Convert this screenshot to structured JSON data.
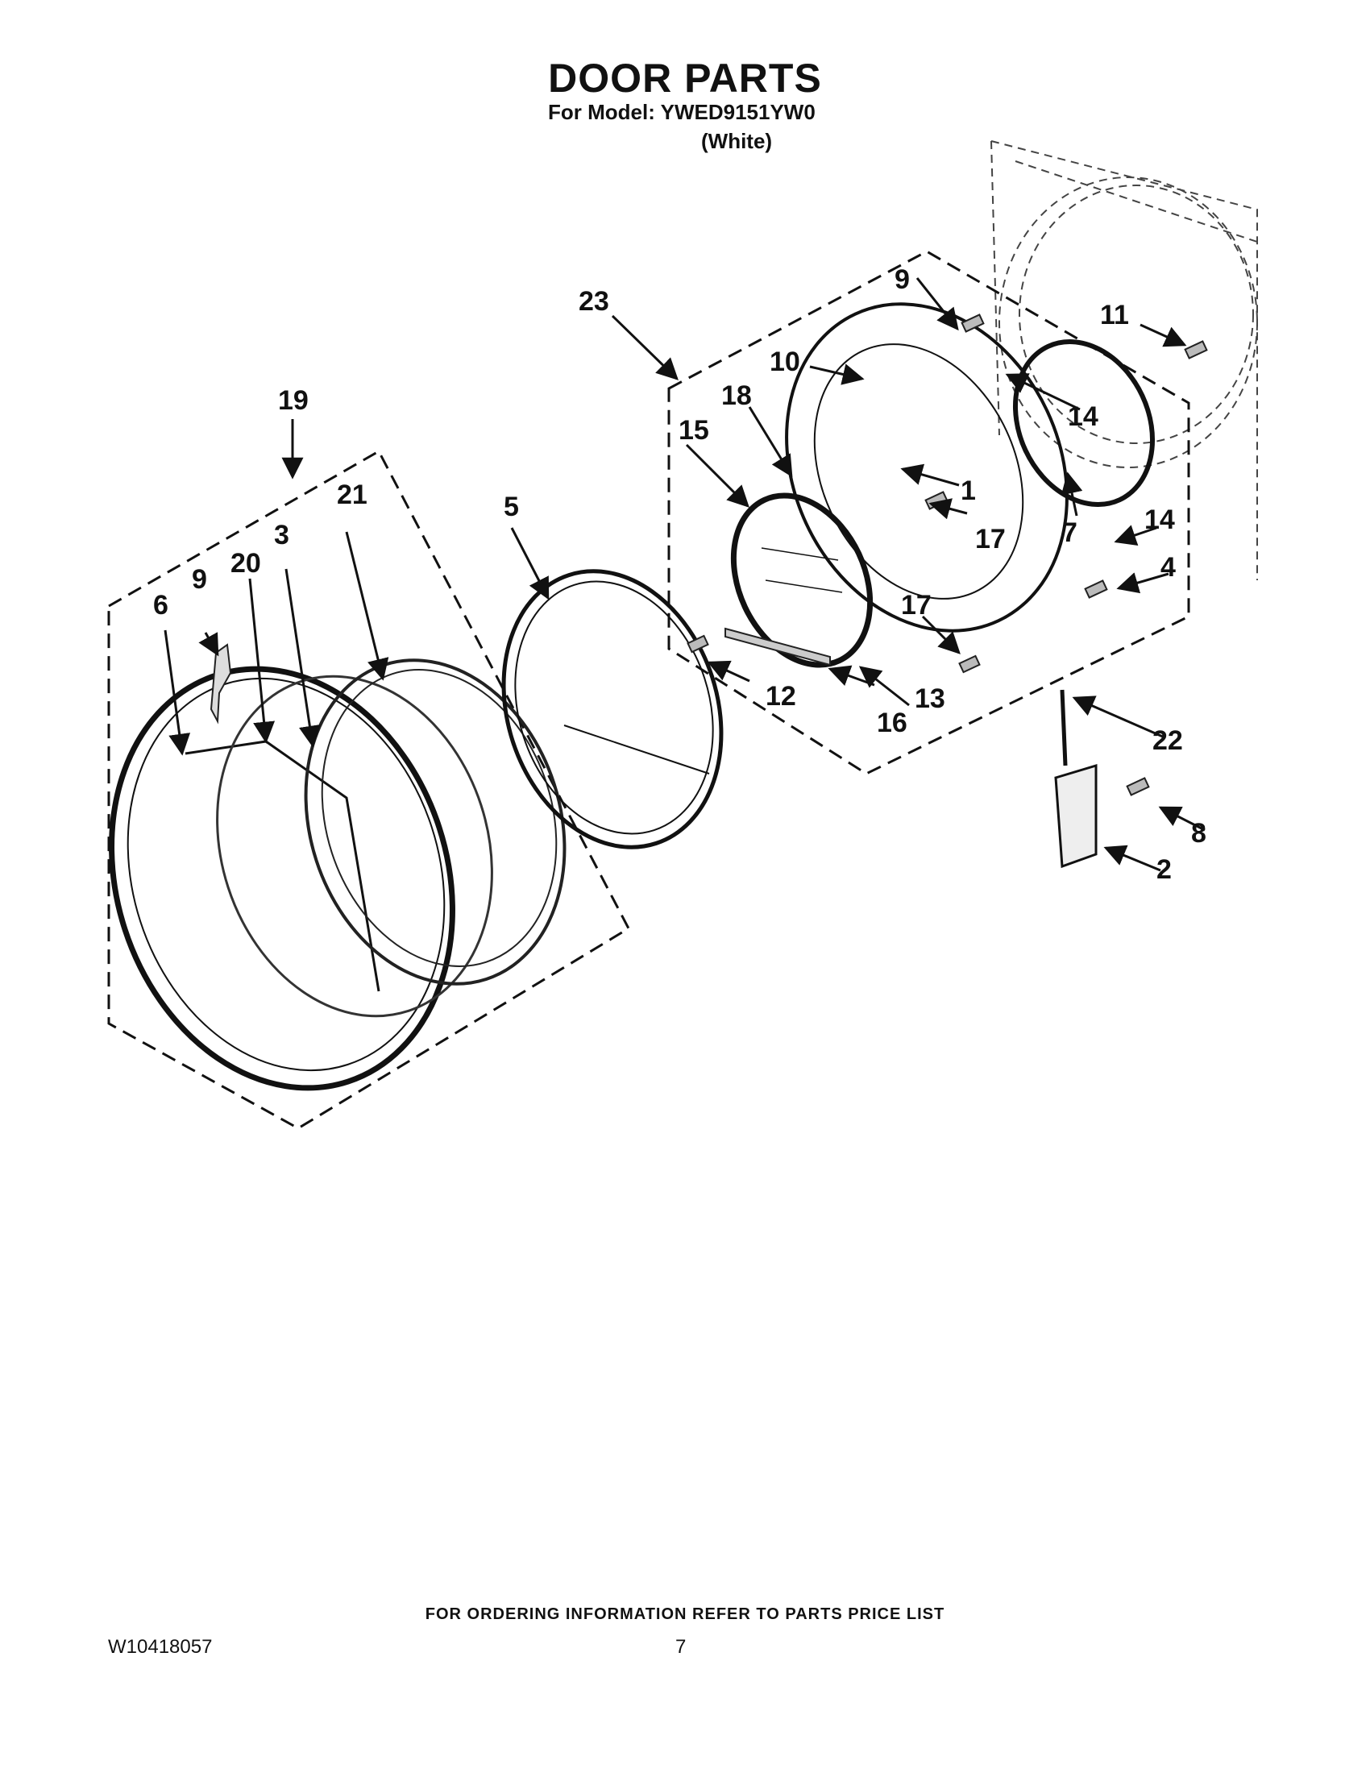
{
  "header": {
    "title": "DOOR PARTS",
    "model_line": "For Model:  YWED9151YW0",
    "color": "(White)"
  },
  "callouts": [
    "1",
    "2",
    "3",
    "4",
    "5",
    "6",
    "7",
    "8",
    "9",
    "10",
    "11",
    "12",
    "13",
    "14",
    "15",
    "16",
    "17",
    "18",
    "19",
    "20",
    "21",
    "22",
    "23"
  ],
  "footer": {
    "ordering_note": "FOR ORDERING INFORMATION REFER TO PARTS PRICE LIST",
    "doc_number": "W10418057",
    "page_number": "7"
  }
}
